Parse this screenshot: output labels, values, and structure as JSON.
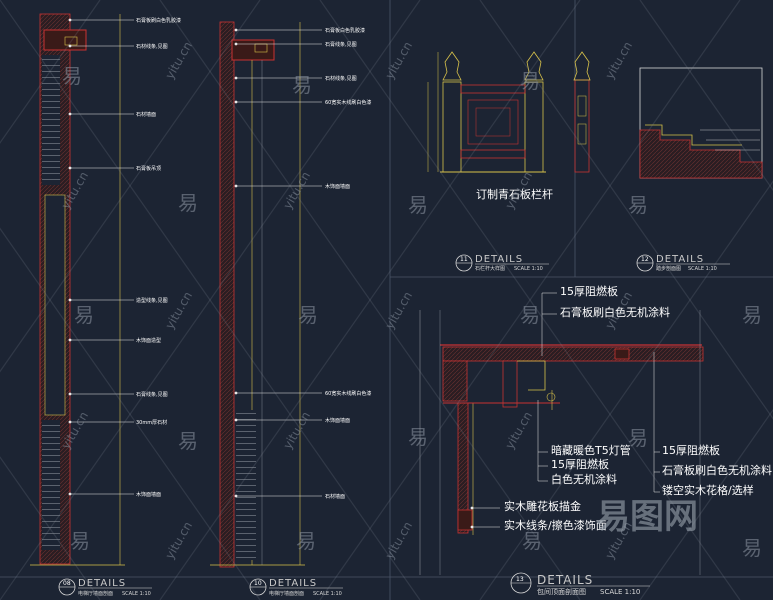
{
  "colors": {
    "background": "#1c2433",
    "panel_border": "#4b5568",
    "wall_fill": "#3a1a18",
    "red_line": "#c83232",
    "yellow_line": "#d8c24a",
    "leader_line": "#e8e8e8",
    "text": "#ffffff",
    "watermark": "#8d96a3"
  },
  "watermark": {
    "glyph": "易",
    "url": "yitu.cn",
    "logo": "易图网"
  },
  "detail_08": {
    "number": "08",
    "title": "DETAILS",
    "subtitle": "电梯厅墙面剖面",
    "scale": "SCALE 1:10",
    "annotations": [
      "石膏板刷白色乳胶漆",
      "石材线条,见图",
      "石材墙面",
      "石膏板吊顶",
      "造型线条,见图",
      "木饰面造型",
      "石膏线条,见图",
      "30mm厚石材",
      "木饰面墙面"
    ]
  },
  "detail_10": {
    "number": "10",
    "title": "DETAILS",
    "subtitle": "电梯厅墙面剖面",
    "scale": "SCALE 1:10",
    "annotations": [
      "石膏板白色乳胶漆",
      "石膏线条,见图",
      "石材线条,见图",
      "60宽实木线刷白色漆",
      "木饰面墙面",
      "60宽实木线刷白色漆",
      "木饰面墙面",
      "石材墙面"
    ]
  },
  "detail_11": {
    "number": "11",
    "title": "DETAILS",
    "subtitle": "石栏杆大样图",
    "scale": "SCALE 1:10",
    "caption": "订制青石板栏杆"
  },
  "detail_12": {
    "number": "12",
    "title": "DETAILS",
    "subtitle": "踏步剖面图",
    "scale": "SCALE 1:10"
  },
  "detail_13": {
    "number": "13",
    "title": "DETAILS",
    "subtitle": "包间顶面剖面图",
    "scale": "SCALE 1:10",
    "annotations_top": [
      "15厚阻燃板",
      "石膏板刷白色无机涂料"
    ],
    "annotations_left": [
      "暗藏暖色T5灯管",
      "15厚阻燃板",
      "白色无机涂料"
    ],
    "annotations_right": [
      "15厚阻燃板",
      "石膏板刷白色无机涂料",
      "镂空实木花格/选样"
    ],
    "annotations_bottom": [
      "实木雕花板描金",
      "实木线条/擦色漆饰面"
    ]
  }
}
